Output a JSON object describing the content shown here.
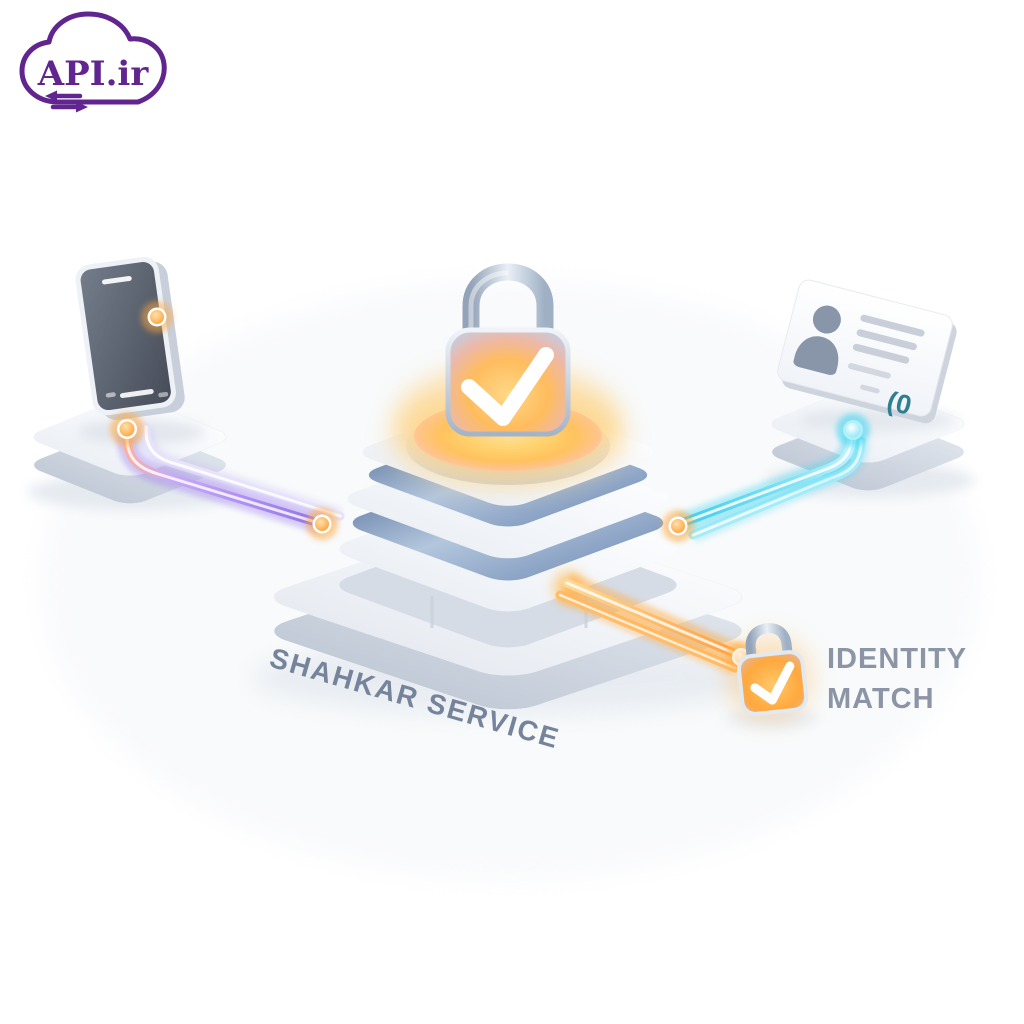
{
  "brand": {
    "logo_text": "API.ir",
    "logo_color": "#61258f"
  },
  "labels": {
    "service_title": "SHAHKAR SERVICE",
    "service_title_color": "#76849b",
    "identity_line1": "IDENTITY",
    "identity_line2": "MATCH",
    "identity_color": "#8b95a5"
  },
  "id_card": {
    "corner_mark": "(0",
    "corner_mark_color": "#2e8090"
  },
  "icons": {
    "logo": "cloud-with-swap-arrows",
    "center": "padlock-with-checkmark",
    "result": "small-padlock-with-checkmark",
    "left_device": "smartphone",
    "right_document": "id-card-with-avatar"
  },
  "colors": {
    "background": "#ffffff",
    "cable_left_purple": "#8f6fe8",
    "cable_right_cyan": "#3ec9e8",
    "cable_result_orange": "#ff9f3e",
    "node_glow_orange": "#ffa83c",
    "stack_band_blue": "#8aa2c4",
    "lock_glow": "#ffb85c"
  }
}
